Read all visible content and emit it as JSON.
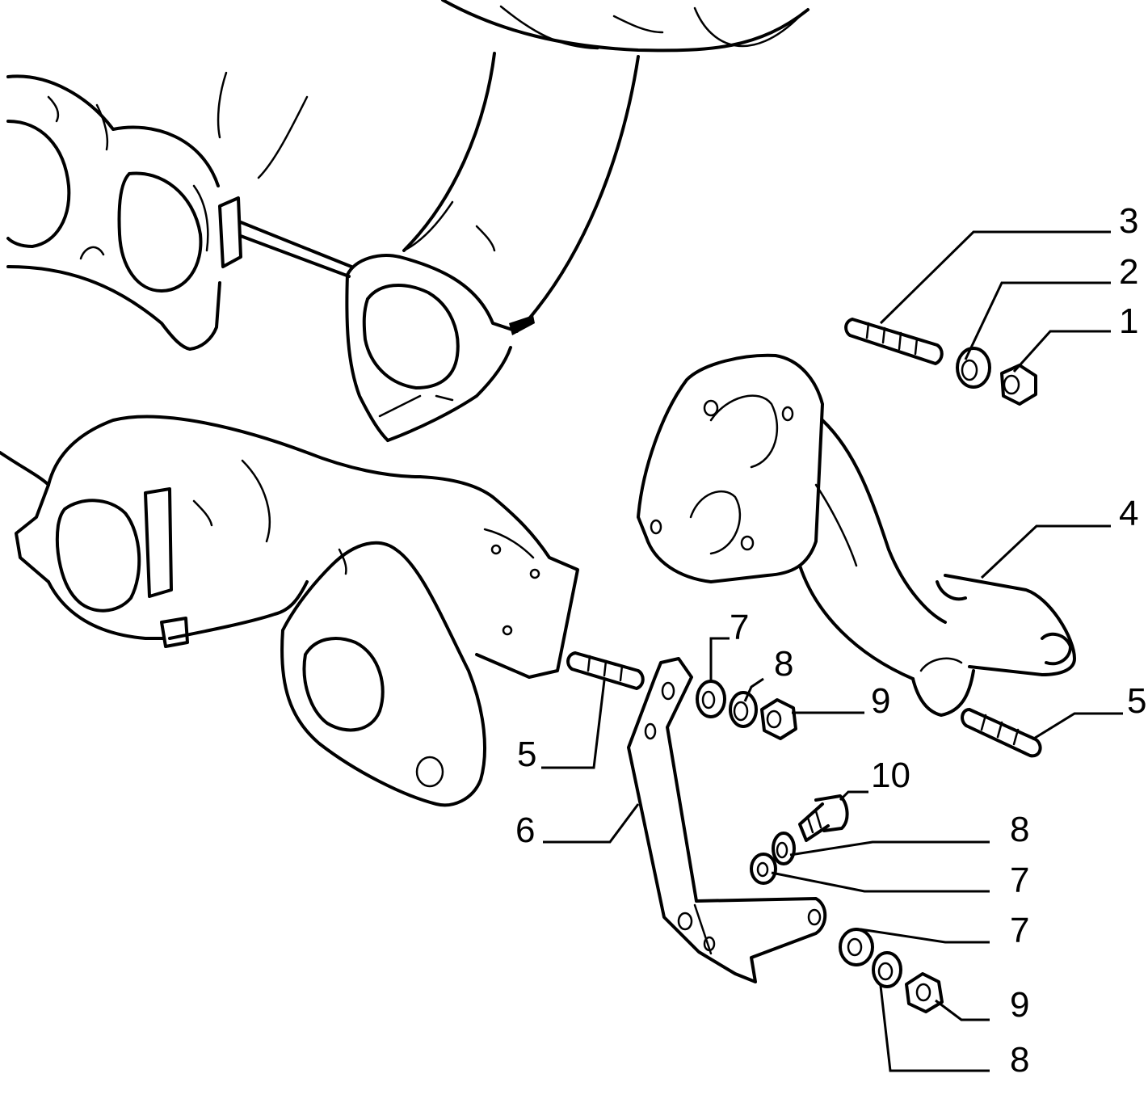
{
  "diagram": {
    "callouts": [
      {
        "id": "c3",
        "label": "3"
      },
      {
        "id": "c2",
        "label": "2"
      },
      {
        "id": "c1",
        "label": "1"
      },
      {
        "id": "c4",
        "label": "4"
      },
      {
        "id": "c7a",
        "label": "7"
      },
      {
        "id": "c8a",
        "label": "8"
      },
      {
        "id": "c9a",
        "label": "9"
      },
      {
        "id": "c5r",
        "label": "5"
      },
      {
        "id": "c5l",
        "label": "5"
      },
      {
        "id": "c10",
        "label": "10"
      },
      {
        "id": "c6",
        "label": "6"
      },
      {
        "id": "c8b",
        "label": "8"
      },
      {
        "id": "c7b",
        "label": "7"
      },
      {
        "id": "c7c",
        "label": "7"
      },
      {
        "id": "c9b",
        "label": "9"
      },
      {
        "id": "c8c",
        "label": "8"
      }
    ]
  }
}
